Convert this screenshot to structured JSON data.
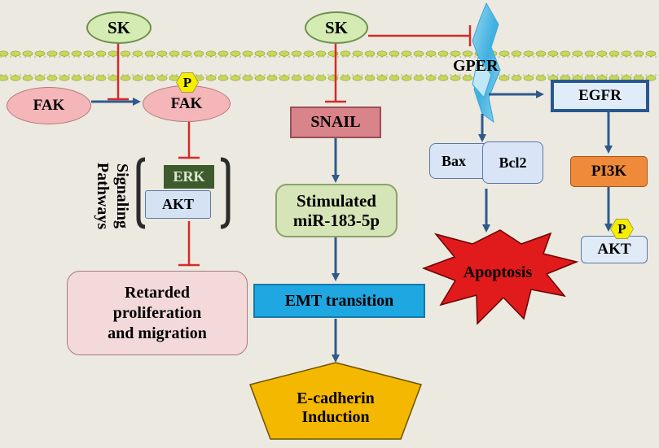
{
  "nodes": {
    "sk_left": "SK",
    "sk_center": "SK",
    "fak_unphos": "FAK",
    "fak_phos": "FAK",
    "phospho_mark": "P",
    "phospho_mark_akt": "P",
    "erk": "ERK",
    "akt_left": "AKT",
    "signaling_label": [
      "Signaling",
      "Pathways"
    ],
    "retarded": [
      "Retarded",
      "proliferation",
      "and migration"
    ],
    "snail": "SNAIL",
    "mirna": [
      "Stimulated",
      "miR-183-5p"
    ],
    "emt": "EMT transition",
    "ecadherin": [
      "E-cadherin",
      "Induction"
    ],
    "gper": "GPER",
    "bax": "Bax",
    "bcl2": "Bcl2",
    "apoptosis": "Apoptosis",
    "egfr": "EGFR",
    "pi3k": "PI3K",
    "akt_right": "AKT"
  },
  "colors": {
    "background": "#ece9e0",
    "membrane_head": "#c7d85a",
    "activation_arrow": "#2f5a8c",
    "inhibition": "#d42a2a",
    "apoptosis_fill": "#e11b1b",
    "pentagon_fill": "#f5b800",
    "receptor": "#6fc4e8"
  }
}
